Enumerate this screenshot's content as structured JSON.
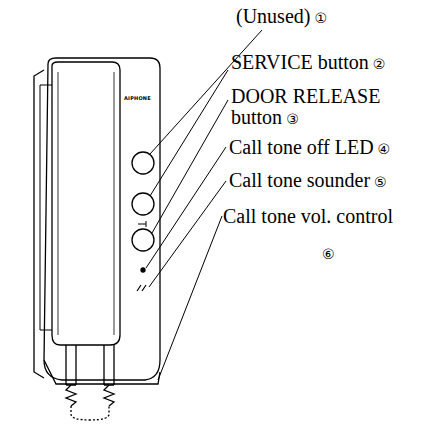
{
  "diagram": {
    "labels": [
      "(Unused)",
      "①",
      "SERVICE button",
      "②",
      "DOOR RELEASE button",
      "③",
      "Call tone off LED",
      "④",
      "Call tone sounder",
      "⑤",
      "Call tone vol. control",
      "⑥",
      "AIPHONE"
    ]
  }
}
